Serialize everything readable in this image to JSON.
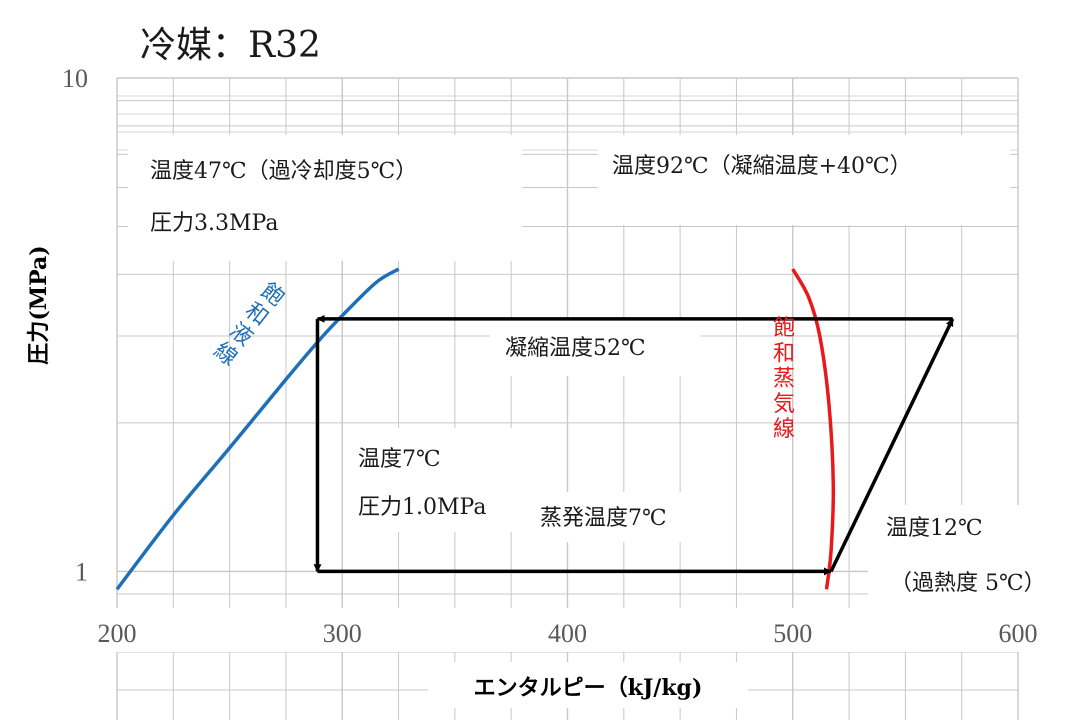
{
  "chart_data": {
    "type": "line",
    "title": "冷媒：R32",
    "xlabel": "エンタルピー（kJ/kg)",
    "ylabel": "圧力(MPa)",
    "xlim": [
      200,
      600
    ],
    "ylim": [
      0.9,
      10
    ],
    "yscale": "log",
    "grid": true,
    "xticks": [
      200,
      300,
      400,
      500,
      600
    ],
    "yticks": [
      1,
      10
    ],
    "xtick_labels": [
      "200",
      "300",
      "400",
      "500",
      "600"
    ],
    "ytick_labels": [
      "1",
      "10"
    ],
    "colors": {
      "cycle": "#000000",
      "liquid": "#1f6fb8",
      "vapor": "#e8191b",
      "grid": "#c8c8c8"
    },
    "series": [
      {
        "label": "飽和液線",
        "color": "#1f6fb8",
        "x": [
          200,
          225,
          250,
          275,
          290,
          300,
          315,
          325
        ],
        "y": [
          0.92,
          1.3,
          1.78,
          2.45,
          2.95,
          3.3,
          3.85,
          4.1
        ]
      },
      {
        "label": "飽和蒸気線",
        "color": "#e8191b",
        "x": [
          515,
          517,
          518,
          516,
          512,
          507,
          500
        ],
        "y": [
          0.92,
          1.1,
          1.5,
          2.2,
          3.0,
          3.6,
          4.1
        ]
      },
      {
        "label": "",
        "color": "#000000",
        "x": [
          571,
          289,
          289,
          517,
          571
        ],
        "y": [
          3.25,
          3.25,
          1.0,
          1.0,
          3.25
        ]
      }
    ],
    "annotations": [
      {
        "id": "discharge",
        "lines": [
          "温度92℃（凝縮温度+40℃）"
        ]
      },
      {
        "id": "liquid-out",
        "lines": [
          "温度47℃（過冷却度5℃）",
          "圧力3.3MPa"
        ]
      },
      {
        "id": "cond-temp",
        "lines": [
          "凝縮温度52℃"
        ]
      },
      {
        "id": "evap-in",
        "lines": [
          "温度7℃",
          "圧力1.0MPa"
        ]
      },
      {
        "id": "evap-temp",
        "lines": [
          "蒸発温度7℃"
        ]
      },
      {
        "id": "suction",
        "lines": [
          "温度12℃",
          "（過熱度 5℃）"
        ]
      }
    ]
  }
}
